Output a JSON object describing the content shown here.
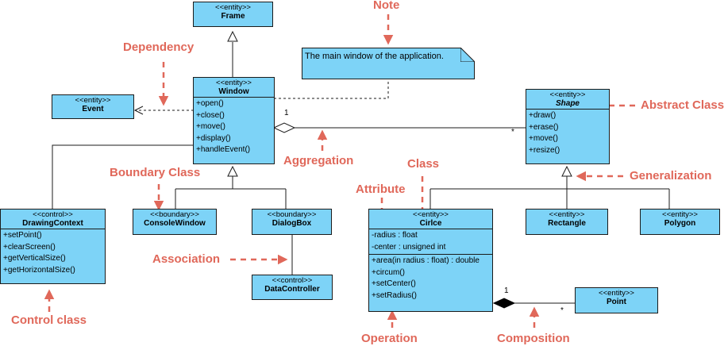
{
  "annotations": {
    "note": "Note",
    "dependency": "Dependency",
    "abstract_class": "Abstract Class",
    "aggregation": "Aggregation",
    "boundary_class": "Boundary Class",
    "class": "Class",
    "attribute": "Attribute",
    "generalization": "Generalization",
    "association": "Association",
    "control_class": "Control class",
    "operation": "Operation",
    "composition": "Composition"
  },
  "note": {
    "text": "The main window of the application."
  },
  "classes": {
    "frame": {
      "stereotype": "<<entity>>",
      "name": "Frame"
    },
    "window": {
      "stereotype": "<<entity>>",
      "name": "Window",
      "operations": [
        "+open()",
        "+close()",
        "+move()",
        "+display()",
        "+handleEvent()"
      ]
    },
    "event": {
      "stereotype": "<<entity>>",
      "name": "Event"
    },
    "shape": {
      "stereotype": "<<entity>>",
      "name": "Shape",
      "operations": [
        "+draw()",
        "+erase()",
        "+move()",
        "+resize()"
      ]
    },
    "drawing_context": {
      "stereotype": "<<control>>",
      "name": "DrawingContext",
      "operations": [
        "+setPoint()",
        "+clearScreen()",
        "+getVerticalSize()",
        "+getHorizontalSize()"
      ]
    },
    "console_window": {
      "stereotype": "<<boundary>>",
      "name": "ConsoleWindow"
    },
    "dialog_box": {
      "stereotype": "<<boundary>>",
      "name": "DialogBox"
    },
    "data_controller": {
      "stereotype": "<<control>>",
      "name": "DataController"
    },
    "circle": {
      "stereotype": "<<entity>>",
      "name": "Cirlce",
      "attributes": [
        "-radius : float",
        "-center : unsigned int"
      ],
      "operations": [
        "+area(in radius : float) : double",
        "+circum()",
        "+setCenter()",
        "+setRadius()"
      ]
    },
    "rectangle": {
      "stereotype": "<<entity>>",
      "name": "Rectangle"
    },
    "polygon": {
      "stereotype": "<<entity>>",
      "name": "Polygon"
    },
    "point": {
      "stereotype": "<<entity>>",
      "name": "Point"
    }
  },
  "multiplicities": {
    "aggregation_window_end": "1",
    "aggregation_shape_end": "*",
    "composition_circle_end": "1",
    "composition_point_end": "*"
  },
  "colors": {
    "class_fill": "#7dd3f7",
    "annotation": "#e0685a",
    "line": "#1b1b1b"
  }
}
